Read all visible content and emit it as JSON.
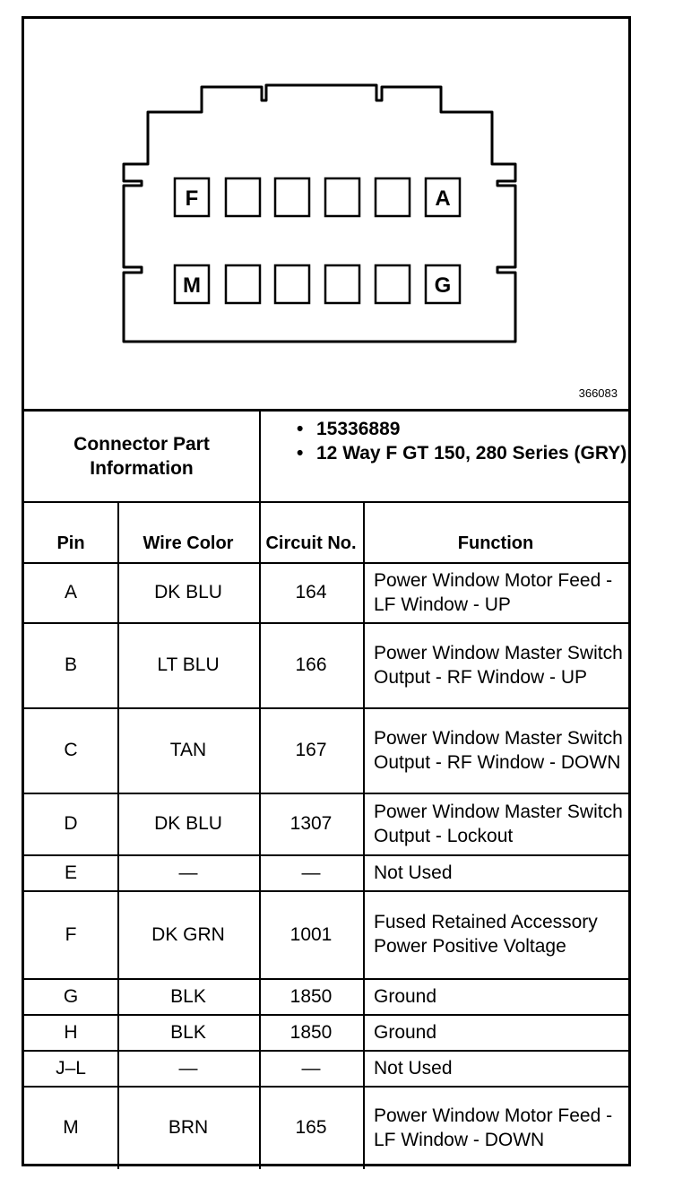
{
  "connector": {
    "top_row": [
      "F",
      "",
      "",
      "",
      "",
      "A"
    ],
    "bottom_row": [
      "M",
      "",
      "",
      "",
      "",
      "G"
    ],
    "diagram_id": "366083"
  },
  "part_info": {
    "label": "Connector Part Information",
    "items": [
      "15336889",
      "12 Way F GT 150, 280 Series (GRY)"
    ]
  },
  "table": {
    "headers": {
      "pin": "Pin",
      "wire_color": "Wire Color",
      "circuit_no": "Circuit No.",
      "function": "Function"
    },
    "rows": [
      {
        "pin": "A",
        "wire": "DK BLU",
        "circuit": "164",
        "function": "Power Window Motor Feed - LF Window - UP"
      },
      {
        "pin": "B",
        "wire": "LT BLU",
        "circuit": "166",
        "function": "Power Window Master Switch Output - RF Window - UP"
      },
      {
        "pin": "C",
        "wire": "TAN",
        "circuit": "167",
        "function": "Power Window Master Switch Output - RF Window - DOWN"
      },
      {
        "pin": "D",
        "wire": "DK BLU",
        "circuit": "1307",
        "function": "Power Window Master Switch Output - Lockout"
      },
      {
        "pin": "E",
        "wire": "—",
        "circuit": "—",
        "function": "Not Used"
      },
      {
        "pin": "F",
        "wire": "DK GRN",
        "circuit": "1001",
        "function": "Fused Retained Accessory Power Positive Voltage"
      },
      {
        "pin": "G",
        "wire": "BLK",
        "circuit": "1850",
        "function": "Ground"
      },
      {
        "pin": "H",
        "wire": "BLK",
        "circuit": "1850",
        "function": "Ground"
      },
      {
        "pin": "J–L",
        "wire": "—",
        "circuit": "—",
        "function": "Not Used"
      },
      {
        "pin": "M",
        "wire": "BRN",
        "circuit": "165",
        "function": "Power Window Motor Feed - LF Window - DOWN"
      }
    ]
  }
}
